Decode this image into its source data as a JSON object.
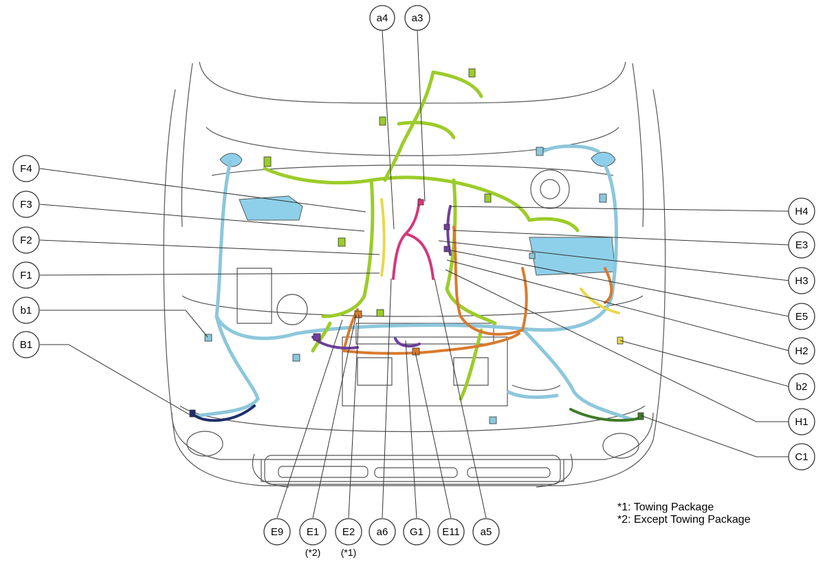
{
  "callouts": {
    "a4": "a4",
    "a3": "a3",
    "F4": "F4",
    "F3": "F3",
    "F2": "F2",
    "F1": "F1",
    "b1": "b1",
    "B1": "B1",
    "H4": "H4",
    "E3": "E3",
    "H3": "H3",
    "E5": "E5",
    "H2": "H2",
    "b2": "b2",
    "H1": "H1",
    "C1": "C1",
    "E9": "E9",
    "E1": "E1",
    "E2": "E2",
    "a6": "a6",
    "G1": "G1",
    "E11": "E11",
    "a5": "a5"
  },
  "sublabels": {
    "E1": "(*2)",
    "E2": "(*1)"
  },
  "legend": {
    "note1": "*1: Towing Package",
    "note2": "*2: Except Towing Package"
  },
  "colors": {
    "harness_green": "#9ccc2a",
    "harness_blue": "#8cc7dc",
    "harness_orange": "#d97a2e",
    "harness_magenta": "#d4387a",
    "harness_purple": "#6e3f9e",
    "harness_navy": "#1e2f6b",
    "harness_yellow": "#e8d84a",
    "harness_darkgreen": "#3f7a2a",
    "fill_blue": "#8ed0ea",
    "outline": "#555555"
  }
}
